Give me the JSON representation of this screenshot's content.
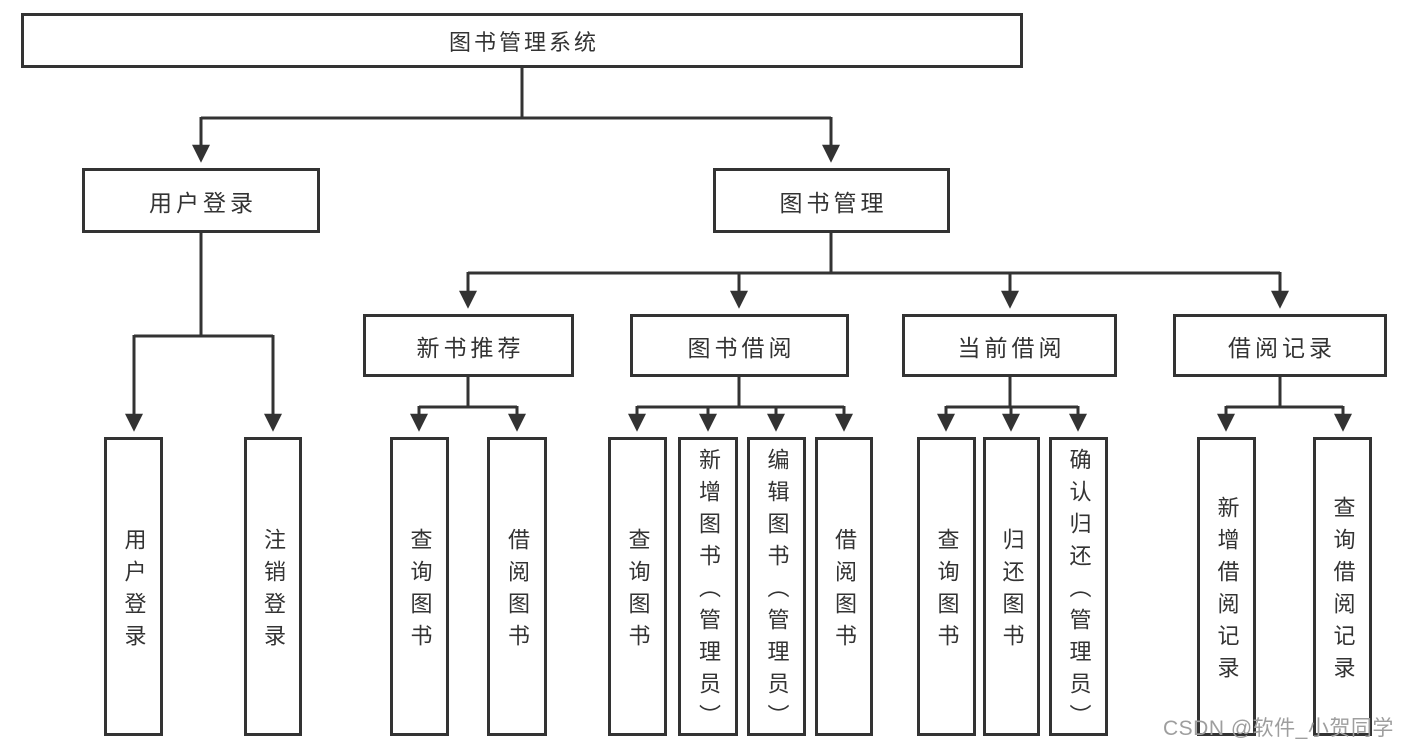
{
  "tree": {
    "root": "图书管理系统",
    "branches": [
      {
        "label": "用户登录",
        "children": [
          "用户登录",
          "注销登录"
        ]
      },
      {
        "label": "图书管理",
        "sections": [
          {
            "label": "新书推荐",
            "children": [
              "查询图书",
              "借阅图书"
            ]
          },
          {
            "label": "图书借阅",
            "children": [
              "查询图书",
              "新增图书（管理员）",
              "编辑图书（管理员）",
              "借阅图书"
            ]
          },
          {
            "label": "当前借阅",
            "children": [
              "查询图书",
              "归还图书",
              "确认归还（管理员）"
            ]
          },
          {
            "label": "借阅记录",
            "children": [
              "新增借阅记录",
              "查询借阅记录"
            ]
          }
        ]
      }
    ]
  },
  "watermark": {
    "text": "CSDN @软件_小贺同学"
  },
  "colors": {
    "line": "#333333",
    "box_border": "#333333",
    "text": "#333333",
    "watermark": "#9e9e9e",
    "background": "#ffffff"
  }
}
